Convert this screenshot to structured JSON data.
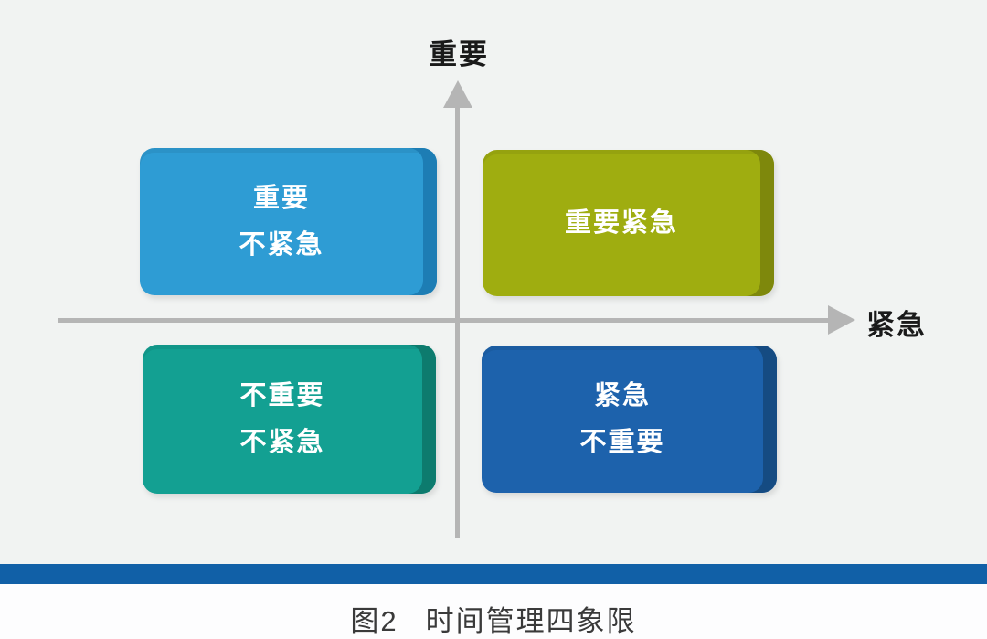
{
  "diagram": {
    "vertical_axis_label": "重要",
    "horizontal_axis_label": "紧急",
    "quadrants": [
      {
        "position": "top-left",
        "lines": [
          "重要",
          "不紧急"
        ],
        "fill": "#2E9CD4",
        "edge": "#1D7DB4"
      },
      {
        "position": "top-right",
        "lines": [
          "重要紧急"
        ],
        "fill": "#9FAD10",
        "edge": "#7E880C"
      },
      {
        "position": "bottom-left",
        "lines": [
          "不重要",
          "不紧急"
        ],
        "fill": "#13A092",
        "edge": "#0D7B6E"
      },
      {
        "position": "bottom-right",
        "lines": [
          "紧急",
          "不重要"
        ],
        "fill": "#1D62AC",
        "edge": "#154B82"
      }
    ]
  },
  "caption": {
    "figure_label": "图2",
    "title": "时间管理四象限"
  },
  "colors": {
    "background": "#F1F3F2",
    "lower_background": "#FDFDFE",
    "axis": "#B5B5B5",
    "axis_label_text": "#1A1A1A",
    "quadrant_text": "#FFFFFF",
    "bottom_bar": "#1160A7",
    "caption_text": "#3A3A3A"
  }
}
